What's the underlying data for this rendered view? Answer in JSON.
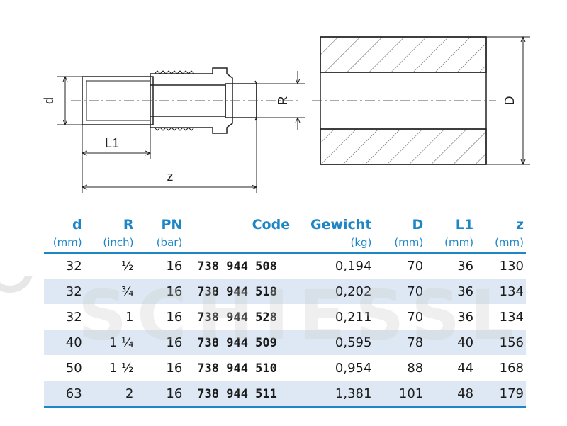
{
  "drawing": {
    "labels": {
      "d": "d",
      "R": "R",
      "L1": "L1",
      "z": "z",
      "D": "D"
    }
  },
  "table": {
    "headers": [
      "d",
      "R",
      "PN",
      "Code",
      "Gewicht",
      "D",
      "L1",
      "z"
    ],
    "units": [
      "(mm)",
      "(inch)",
      "(bar)",
      "",
      "(kg)",
      "(mm)",
      "(mm)",
      "(mm)"
    ],
    "rows": [
      [
        "32",
        "½",
        "16",
        "738 944 508",
        "0,194",
        "70",
        "36",
        "130"
      ],
      [
        "32",
        "¾",
        "16",
        "738 944 518",
        "0,202",
        "70",
        "36",
        "134"
      ],
      [
        "32",
        "1",
        "16",
        "738 944 528",
        "0,211",
        "70",
        "36",
        "134"
      ],
      [
        "40",
        "1 ¼",
        "16",
        "738 944 509",
        "0,595",
        "78",
        "40",
        "156"
      ],
      [
        "50",
        "1 ½",
        "16",
        "738 944 510",
        "0,954",
        "88",
        "44",
        "168"
      ],
      [
        "63",
        "2",
        "16",
        "738 944 511",
        "1,381",
        "101",
        "48",
        "179"
      ]
    ]
  },
  "watermark": {
    "text": "SCHIESSL"
  },
  "colors": {
    "accent": "#1f86c6",
    "shade": "#dde8f4",
    "watermark": "#c8c8c8"
  }
}
